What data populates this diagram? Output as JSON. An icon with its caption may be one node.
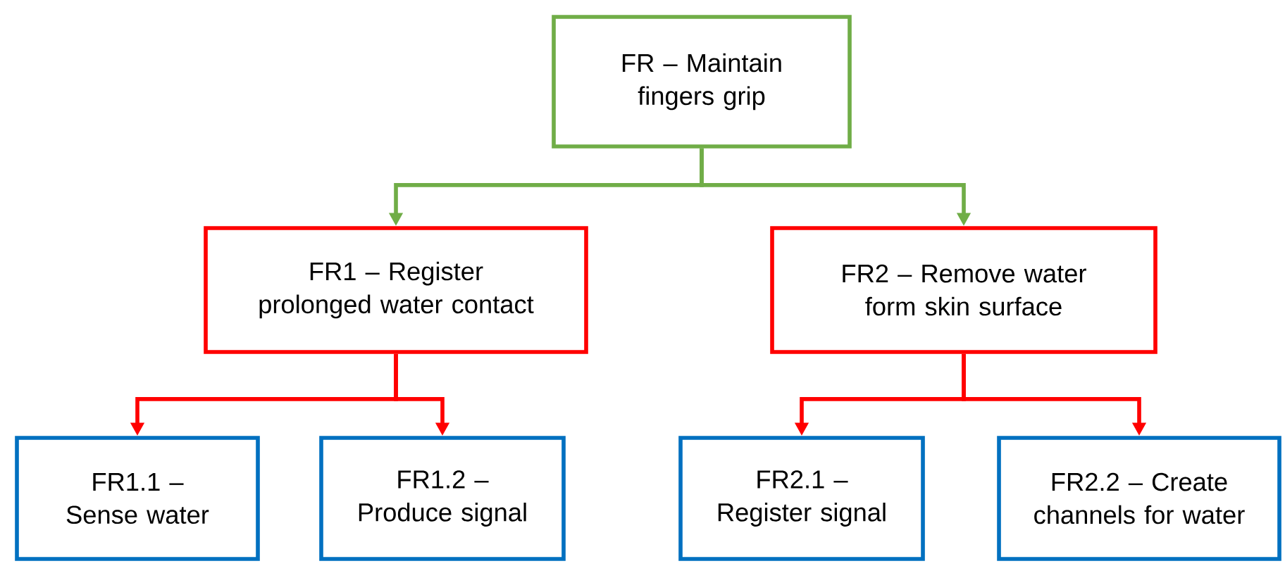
{
  "diagram": {
    "nodes": [
      {
        "text": [
          "FR – Maintain fingers grip"
        ]
      },
      {
        "text": [
          "FR1 – Register prolonged water contact"
        ]
      },
      {
        "text": [
          "FR2 – Remove water form skin surface"
        ]
      },
      {
        "text": [
          "FR1.1 – Sense water"
        ]
      },
      {
        "text": [
          "FR1.2 – Produce signal"
        ]
      },
      {
        "text": [
          "FR2.1 – Register signal"
        ]
      },
      {
        "text": [
          "FR2.2 – Create channels for water"
        ]
      }
    ],
    "edges": [
      {
        "from": 0,
        "to": 1,
        "arrow": "to",
        "color": "#70ad47"
      },
      {
        "from": 0,
        "to": 2,
        "arrow": "to",
        "color": "#70ad47"
      },
      {
        "from": 1,
        "to": 3,
        "arrow": "to"
      },
      {
        "from": 1,
        "to": 4,
        "arrow": "to"
      },
      {
        "from": 2,
        "to": 5,
        "arrow": "to"
      },
      {
        "from": 2,
        "to": 6,
        "arrow": "to"
      }
    ]
  }
}
